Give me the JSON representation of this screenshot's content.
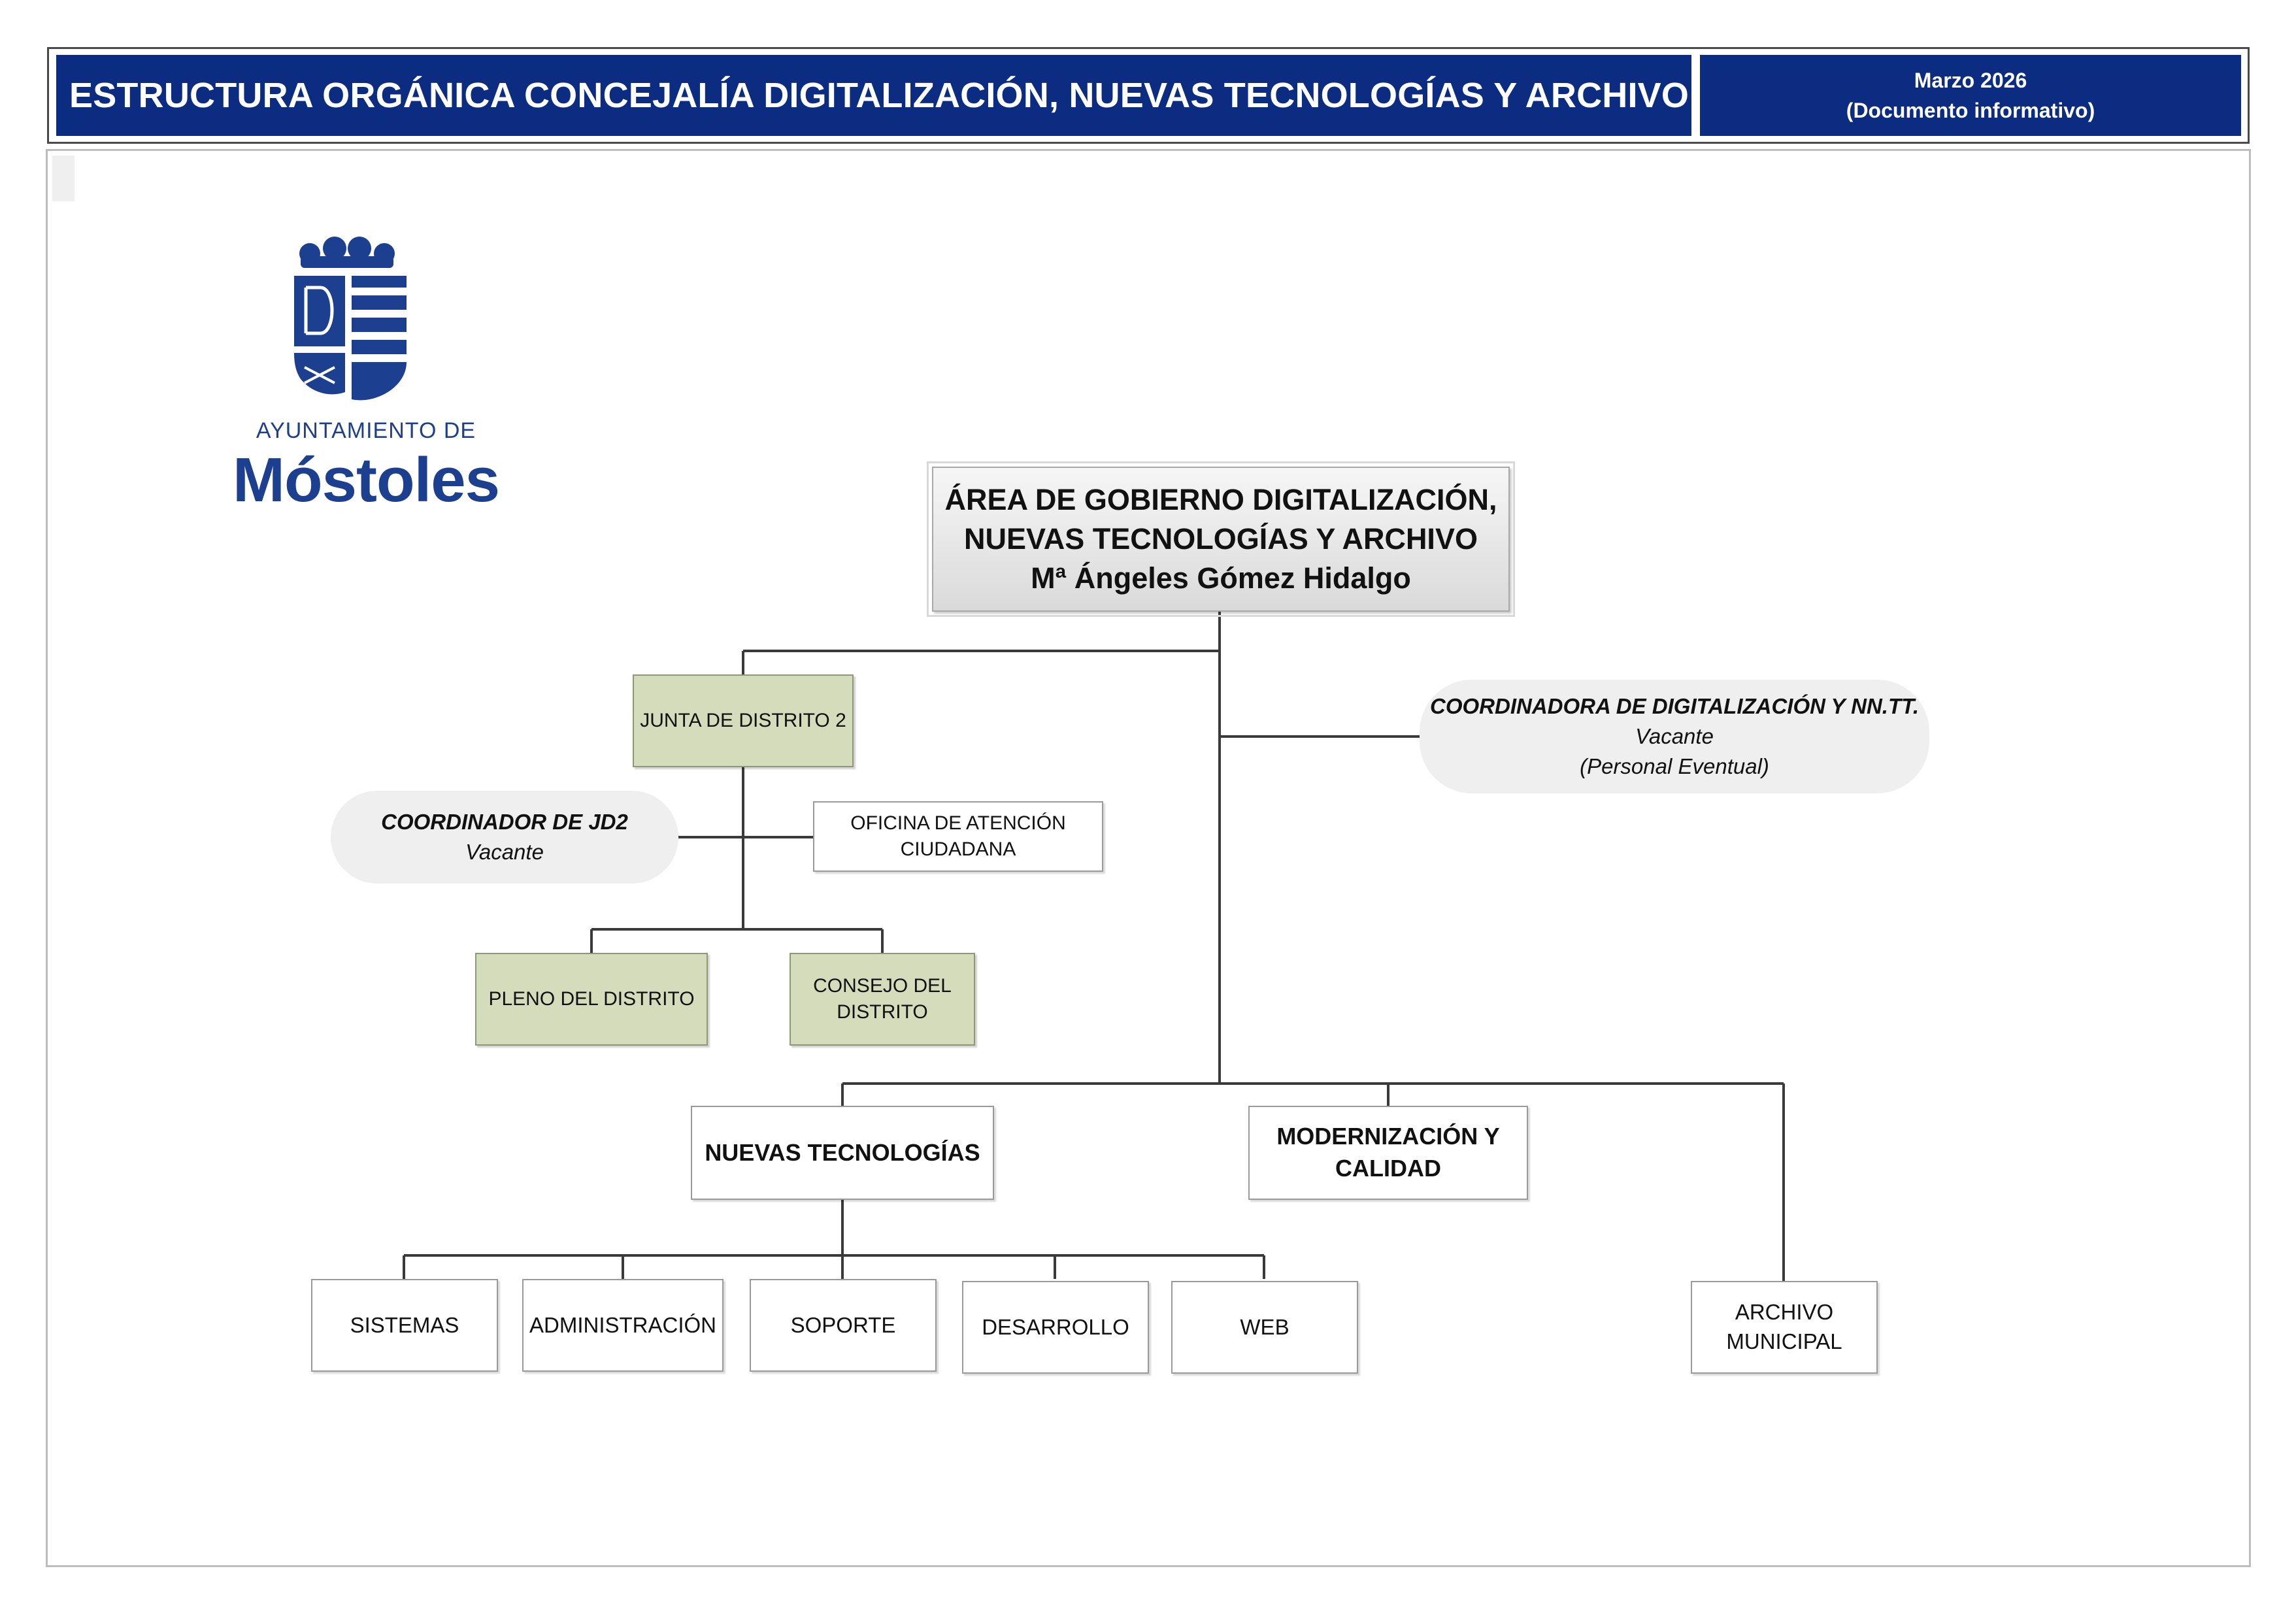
{
  "header": {
    "title": "ESTRUCTURA ORGÁNICA CONCEJALÍA DIGITALIZACIÓN, NUEVAS TECNOLOGÍAS Y ARCHIVO",
    "date_line1": "Marzo 2026",
    "date_line2": "(Documento informativo)"
  },
  "logo": {
    "line1": "AYUNTAMIENTO DE",
    "line2": "Móstoles",
    "shield_letter": "D",
    "brand_color": "#1d3f8f"
  },
  "colors": {
    "header_blue": "#0b2c80",
    "district_green": "#d5dcbb",
    "pill_grey": "#efefef"
  },
  "chart": {
    "area": {
      "line1": "ÁREA DE GOBIERNO DIGITALIZACIÓN,",
      "line2": "NUEVAS TECNOLOGÍAS Y ARCHIVO",
      "line3": "Mª Ángeles Gómez Hidalgo"
    },
    "coordinadora": {
      "title": "COORDINADORA  DE DIGITALIZACIÓN Y NN.TT.",
      "status": "Vacante",
      "note": "(Personal Eventual)"
    },
    "junta": "JUNTA DE DISTRITO 2",
    "coordinador_jd2": {
      "title": "COORDINADOR DE JD2",
      "status": "Vacante"
    },
    "oficina": {
      "line1": "OFICINA DE ATENCIÓN",
      "line2": "CIUDADANA"
    },
    "pleno": "PLENO DEL DISTRITO",
    "consejo": {
      "line1": "CONSEJO DEL",
      "line2": "DISTRITO"
    },
    "nuevas_tecnologias": "NUEVAS TECNOLOGÍAS",
    "modernizacion": {
      "line1": "MODERNIZACIÓN Y",
      "line2": "CALIDAD"
    },
    "archivo": {
      "line1": "ARCHIVO",
      "line2": "MUNICIPAL"
    },
    "units": [
      "SISTEMAS",
      "ADMINISTRACIÓN",
      "SOPORTE",
      "DESARROLLO",
      "WEB"
    ]
  }
}
